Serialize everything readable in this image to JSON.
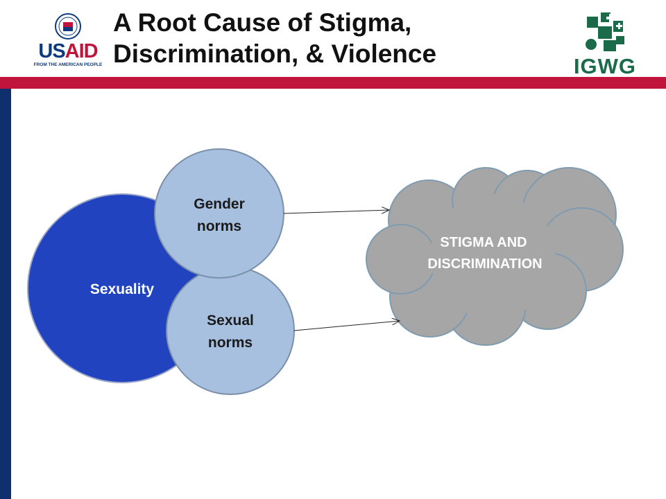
{
  "title": {
    "line1": "A Root Cause of Stigma,",
    "line2": "Discrimination, & Violence"
  },
  "logos": {
    "usaid_word_a": "US",
    "usaid_word_b": "AID",
    "usaid_tagline": "FROM THE AMERICAN PEOPLE",
    "usaid_seal_icon": "seal-icon",
    "igwg_word": "IGWG",
    "igwg_mark_icon": "puzzle-mark-icon"
  },
  "diagram": {
    "sexuality": "Sexuality",
    "gender_norms": [
      "Gender",
      "norms"
    ],
    "sexual_norms": [
      "Sexual",
      "norms"
    ],
    "stigma": [
      "STIGMA AND",
      "DISCRIMINATION"
    ]
  },
  "colors": {
    "sexuality_fill": "#2243c0",
    "norms_fill": "#a7c0e0",
    "cloud_fill": "#a6a6a6",
    "title_bar_red": "#c0143c",
    "side_bar_navy": "#0f2f6e"
  }
}
